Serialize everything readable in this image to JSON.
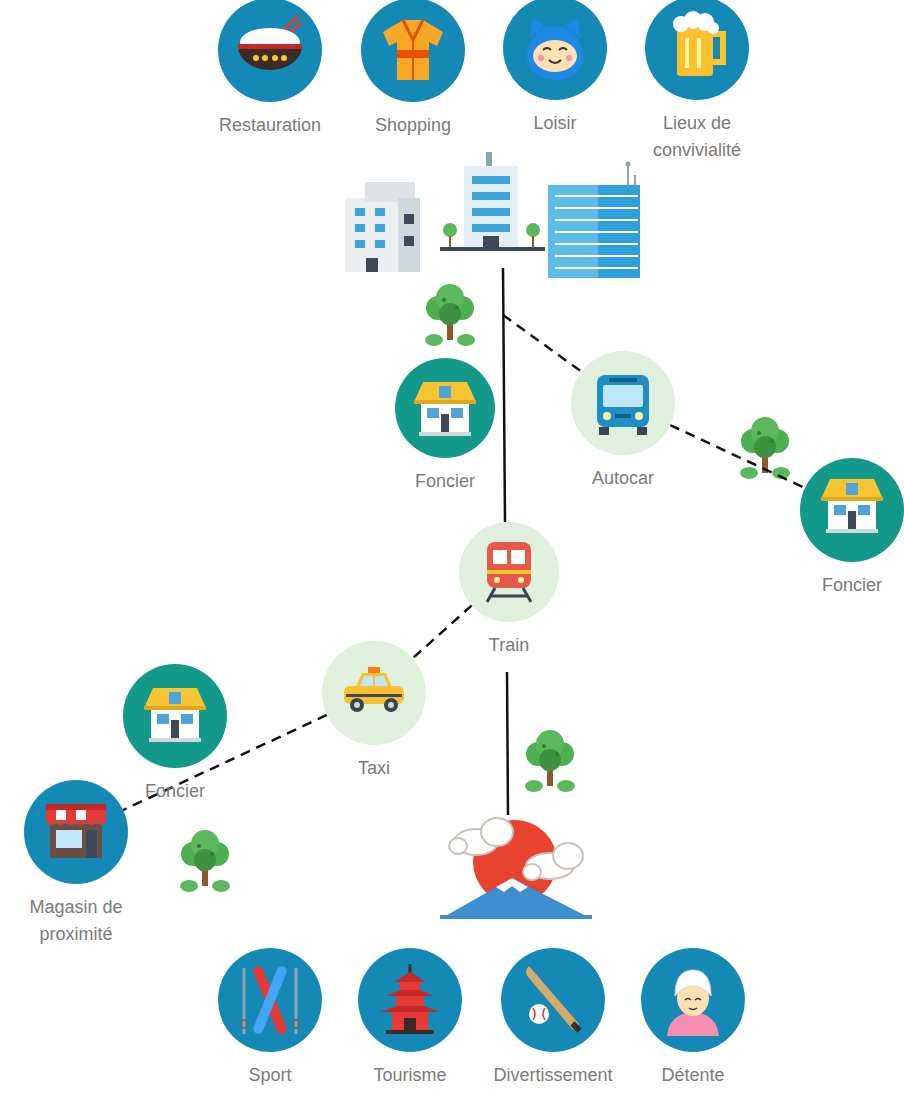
{
  "diagram": {
    "nodes": [
      {
        "text": [
          "Restauration"
        ]
      },
      {
        "text": [
          "Shopping"
        ]
      },
      {
        "text": [
          "Loisir"
        ]
      },
      {
        "text": [
          "Lieux de convivialité"
        ]
      },
      {
        "text": [
          "Foncier"
        ]
      },
      {
        "text": [
          "Autocar"
        ]
      },
      {
        "text": [
          "Foncier"
        ]
      },
      {
        "text": [
          "Train"
        ]
      },
      {
        "text": [
          "Taxi"
        ]
      },
      {
        "text": [
          "Foncier"
        ]
      },
      {
        "text": [
          "Magasin de proximité"
        ]
      },
      {
        "text": [
          "Sport"
        ]
      },
      {
        "text": [
          "Tourisme"
        ]
      },
      {
        "text": [
          "Divertissement"
        ]
      },
      {
        "text": [
          "Détente"
        ]
      }
    ],
    "edges": [
      {
        "from": 5,
        "to": 6,
        "arrow": "none"
      },
      {
        "from": 7,
        "to": 8,
        "arrow": "none"
      },
      {
        "from": 8,
        "to": 10,
        "arrow": "none"
      }
    ]
  }
}
